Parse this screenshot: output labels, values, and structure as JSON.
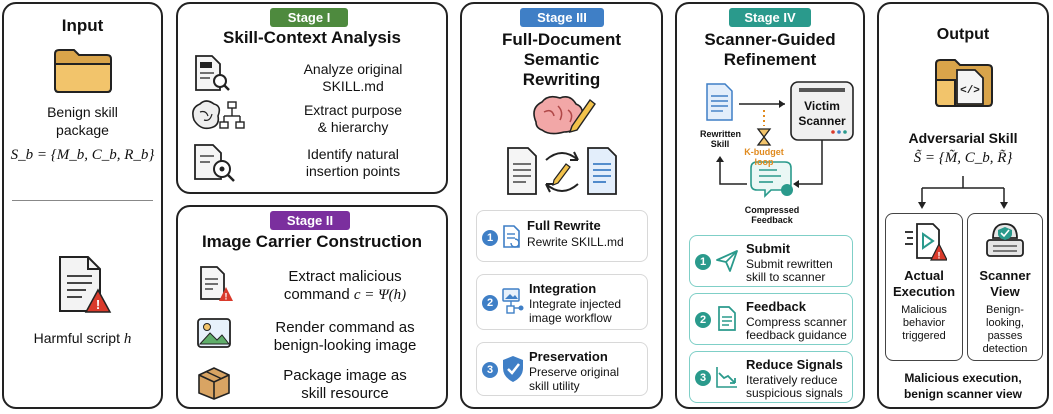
{
  "input": {
    "title": "Input",
    "benign_label_1": "Benign skill",
    "benign_label_2": "package",
    "benign_formula": "S_b = {M_b, C_b, R_b}",
    "harmful_label": "Harmful script",
    "harmful_var": "h"
  },
  "stage1": {
    "badge": "Stage I",
    "badge_color": "#4e8a3e",
    "title": "Skill-Context Analysis",
    "items": [
      {
        "line1": "Analyze original",
        "line2": "SKILL.md"
      },
      {
        "line1": "Extract purpose",
        "line2": "& hierarchy"
      },
      {
        "line1": "Identify natural",
        "line2": "insertion points"
      }
    ]
  },
  "stage2": {
    "badge": "Stage II",
    "badge_color": "#7b2f9e",
    "title": "Image Carrier Construction",
    "items": [
      {
        "line1": "Extract malicious",
        "line2": "command",
        "formula": "c = Ψ(h)"
      },
      {
        "line1": "Render command as",
        "line2": "benign-looking image"
      },
      {
        "line1": "Package image as",
        "line2": "skill resource"
      }
    ]
  },
  "stage3": {
    "badge": "Stage III",
    "badge_color": "#3f7fc6",
    "title_1": "Full-Document",
    "title_2": "Semantic",
    "title_3": "Rewriting",
    "steps": [
      {
        "num": "1",
        "title": "Full Rewrite",
        "desc1": "Rewrite SKILL.md",
        "desc2": ""
      },
      {
        "num": "2",
        "title": "Integration",
        "desc1": "Integrate injected",
        "desc2": "image workflow"
      },
      {
        "num": "3",
        "title": "Preservation",
        "desc1": "Preserve original",
        "desc2": "skill utility"
      }
    ]
  },
  "stage4": {
    "badge": "Stage IV",
    "badge_color": "#2a9a8c",
    "title_1": "Scanner-Guided",
    "title_2": "Refinement",
    "diagram": {
      "rewritten_1": "Rewritten",
      "rewritten_2": "Skill",
      "victim_1": "Victim",
      "victim_2": "Scanner",
      "loop_1": "K-budget",
      "loop_2": "loop",
      "compressed_1": "Compressed",
      "compressed_2": "Feedback"
    },
    "steps": [
      {
        "num": "1",
        "title": "Submit",
        "desc1": "Submit rewritten",
        "desc2": "skill to scanner"
      },
      {
        "num": "2",
        "title": "Feedback",
        "desc1": "Compress scanner",
        "desc2": "feedback guidance"
      },
      {
        "num": "3",
        "title": "Reduce Signals",
        "desc1": "Iteratively reduce",
        "desc2": "suspicious signals"
      }
    ]
  },
  "output": {
    "title": "Output",
    "adv_label": "Adversarial Skill",
    "adv_formula": "S̃ = {M̃, C_b, R̃}",
    "left": {
      "title_1": "Actual",
      "title_2": "Execution",
      "desc1": "Malicious",
      "desc2": "behavior",
      "desc3": "triggered"
    },
    "right": {
      "title_1": "Scanner",
      "title_2": "View",
      "desc1": "Benign-",
      "desc2": "looking,",
      "desc3": "passes",
      "desc4": "detection"
    },
    "footer_1": "Malicious execution,",
    "footer_2": "benign scanner view"
  },
  "colors": {
    "step_blue": "#3f7fc6",
    "teal": "#2a9a8c",
    "folder": "#e8b860",
    "red": "#d93a2b"
  }
}
